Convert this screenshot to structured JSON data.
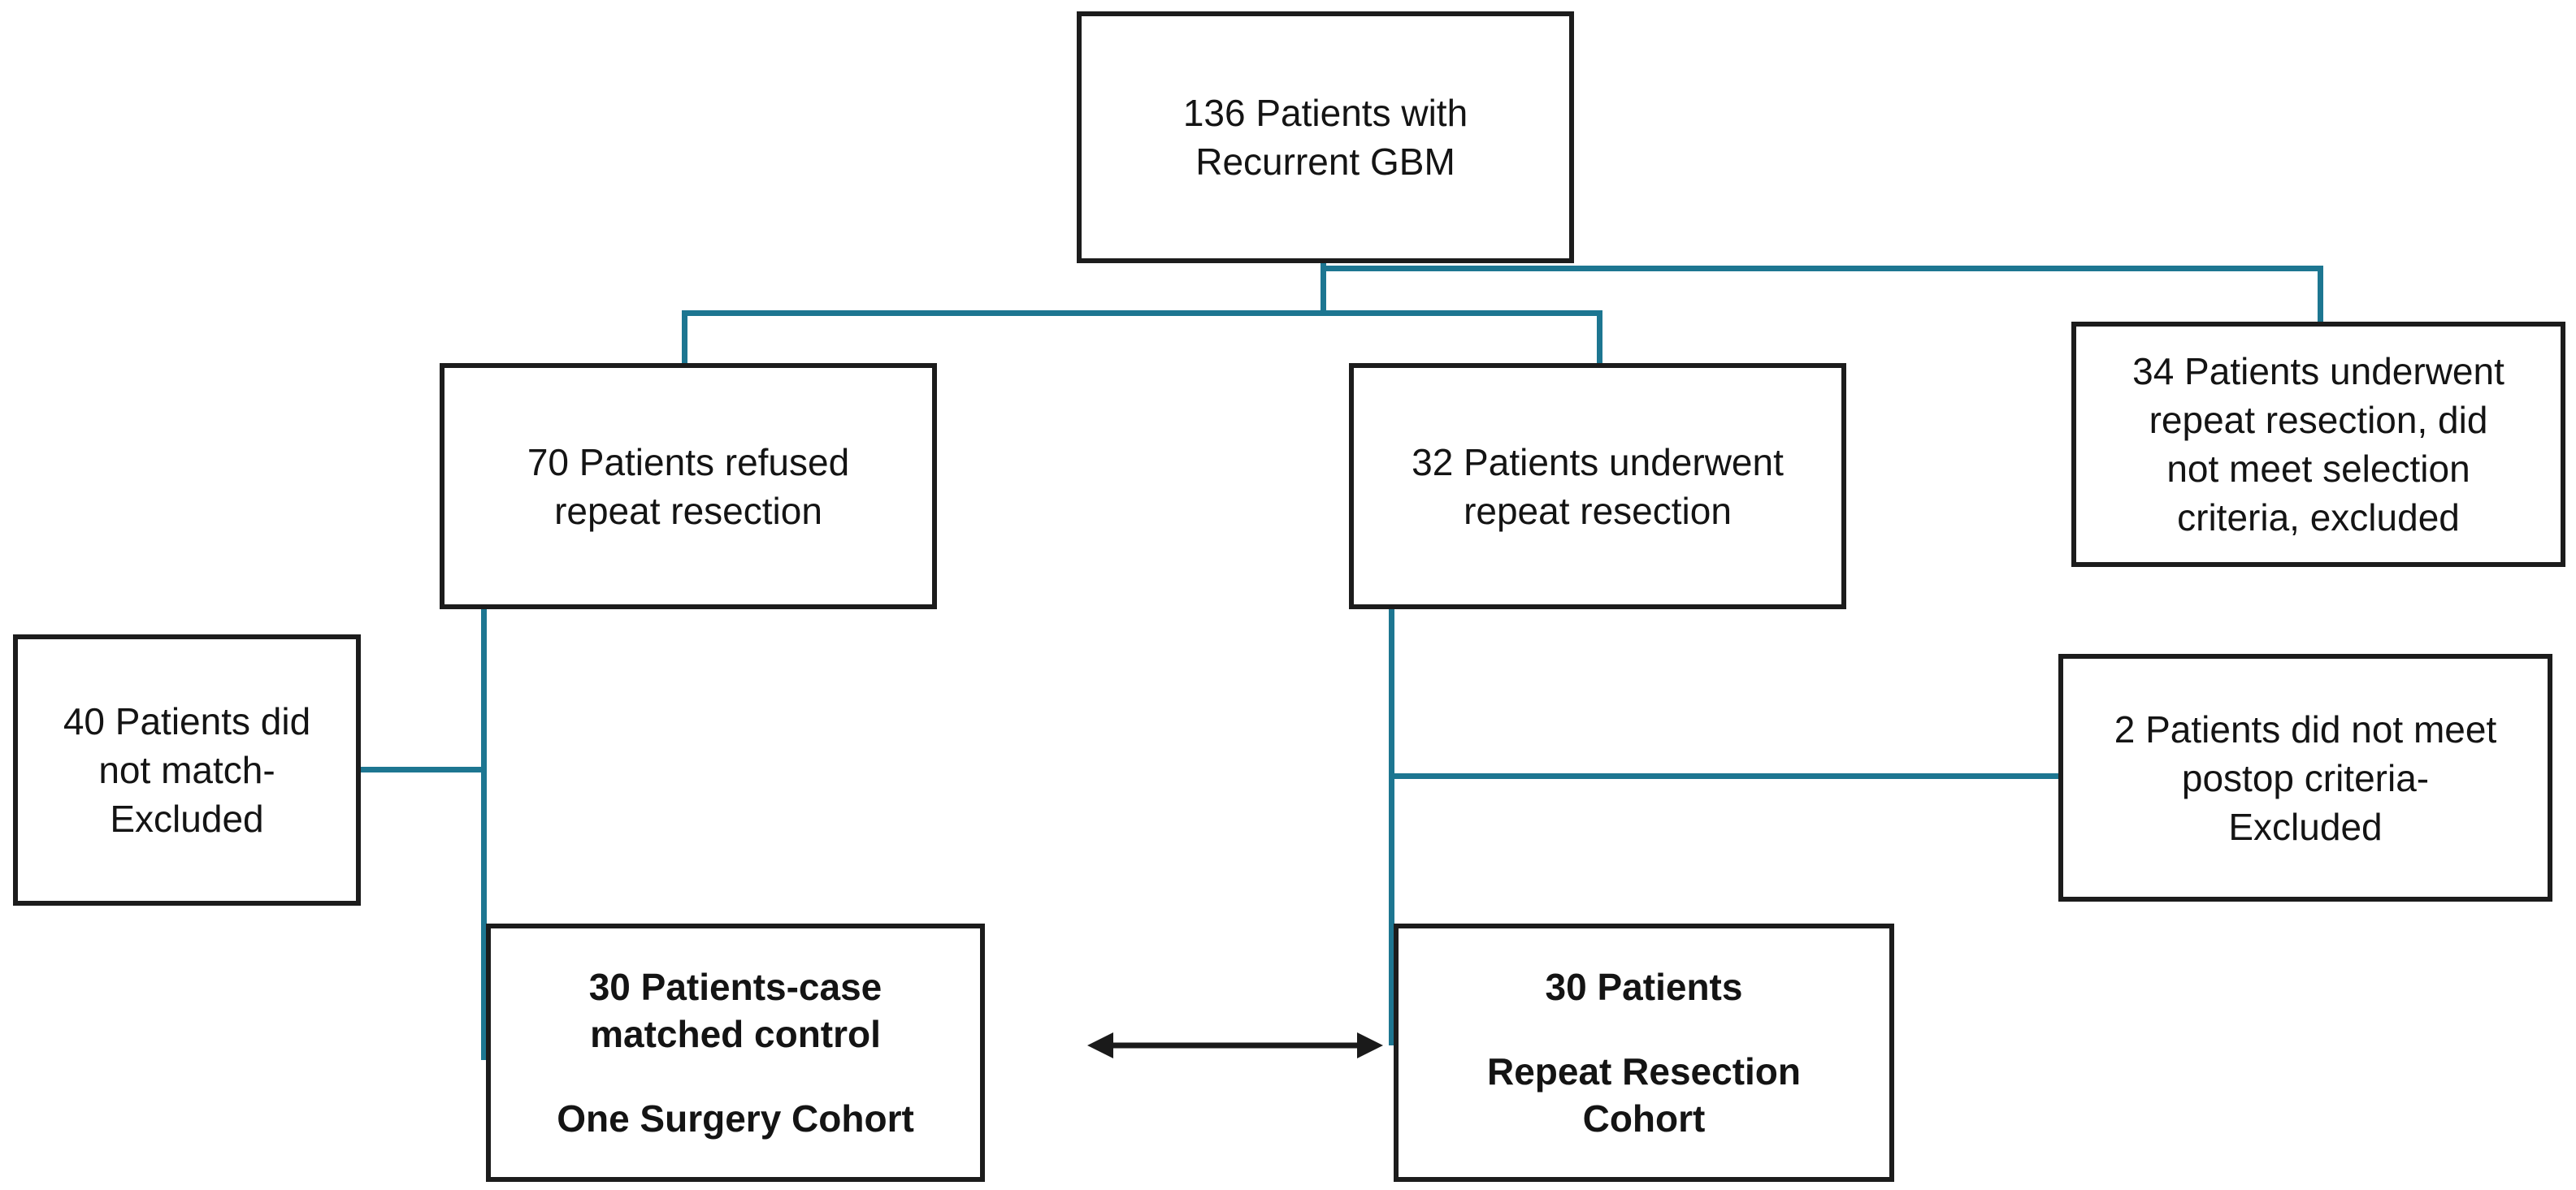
{
  "diagram": {
    "description": "Patient selection flowchart for recurrent GBM study",
    "colors": {
      "background": "#ffffff",
      "box_border": "#1c1c1c",
      "text": "#141414",
      "connector": "#1d7691",
      "arrow": "#1a1a1a"
    },
    "boxes": {
      "total": {
        "lines": [
          "136 Patients with",
          "Recurrent GBM"
        ]
      },
      "refused": {
        "lines": [
          "70 Patients refused",
          "repeat resection"
        ]
      },
      "underwent": {
        "lines": [
          "32 Patients underwent",
          "repeat resection"
        ]
      },
      "selection_excluded": {
        "lines": [
          "34 Patients underwent",
          "repeat resection, did",
          "not meet selection",
          "criteria, excluded"
        ]
      },
      "no_match": {
        "lines": [
          "40 Patients did",
          "not match-",
          "Excluded"
        ]
      },
      "postop_excluded": {
        "lines": [
          "2 Patients did not meet",
          "postop criteria-",
          "Excluded"
        ]
      },
      "one_surgery_cohort": {
        "lines1": [
          "30 Patients-case",
          "matched control"
        ],
        "lines2": [
          "One Surgery Cohort"
        ]
      },
      "repeat_resection_cohort": {
        "lines1": [
          "30 Patients"
        ],
        "lines2": [
          "Repeat Resection",
          "Cohort"
        ]
      }
    }
  }
}
